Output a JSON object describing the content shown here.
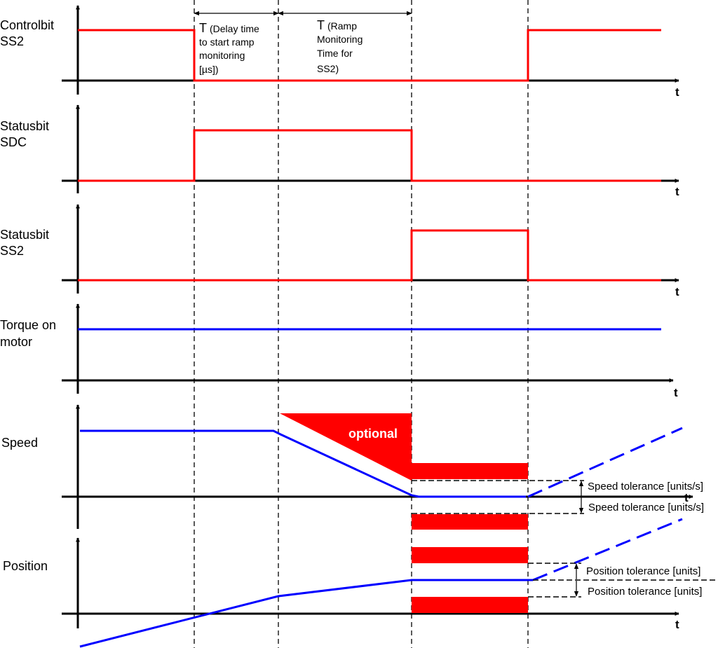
{
  "colors": {
    "red": "#ff0000",
    "blue": "#0000ff",
    "black": "#000000"
  },
  "panels": [
    {
      "id": "controlbit-ss2",
      "label": [
        "Controlbit",
        "SS2"
      ],
      "axis": "t"
    },
    {
      "id": "statusbit-sdc",
      "label": [
        "Statusbit",
        "SDC"
      ],
      "axis": "t"
    },
    {
      "id": "statusbit-ss2",
      "label": [
        "Statusbit",
        "SS2"
      ],
      "axis": "t"
    },
    {
      "id": "torque",
      "label": [
        "Torque on",
        "motor"
      ],
      "axis": "t"
    },
    {
      "id": "speed",
      "label": [
        "Speed"
      ],
      "axis": "t"
    },
    {
      "id": "position",
      "label": [
        "Position"
      ],
      "axis": "t"
    }
  ],
  "timing": {
    "delay": {
      "letter": "T",
      "lines": [
        "(Delay time",
        "to start ramp",
        "monitoring",
        "[µs])"
      ]
    },
    "ramp": {
      "letter": "T",
      "lines": [
        "(Ramp",
        "Monitoring",
        "Time for",
        "SS2)"
      ]
    }
  },
  "speed": {
    "optional_label": "optional",
    "tolerance_upper": "Speed tolerance [units/s]",
    "tolerance_lower": "Speed tolerance [units/s]"
  },
  "position": {
    "tolerance_upper": "Position tolerance [units]",
    "tolerance_lower": "Position tolerance [units]"
  }
}
